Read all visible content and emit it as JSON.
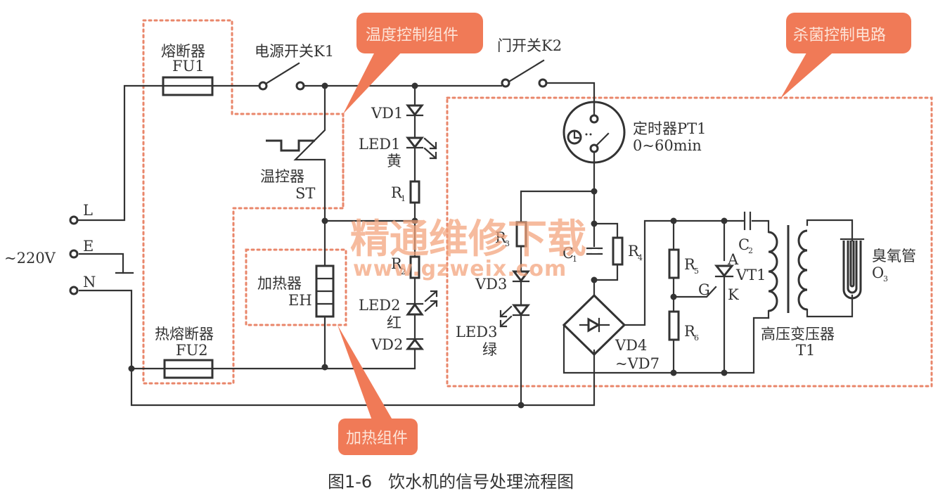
{
  "figure": {
    "caption": "图1-6   饮水机的信号处理流程图",
    "accent_color": "#f07a57",
    "dotted_border_color": "#e9866a",
    "wire_color": "#333333"
  },
  "callouts": {
    "temperature_control": "温度控制组件",
    "sterilization_control": "杀菌控制电路",
    "heating": "加热组件"
  },
  "power_input": {
    "voltage": "~220V",
    "terminals": [
      "L",
      "E",
      "N"
    ]
  },
  "components": {
    "fu1": {
      "name": "熔断器",
      "ref": "FU1"
    },
    "k1": {
      "name": "电源开关K1"
    },
    "st": {
      "name": "温控器",
      "ref": "ST"
    },
    "k2": {
      "name": "门开关K2"
    },
    "vd1": {
      "ref": "VD1"
    },
    "led1": {
      "ref": "LED1",
      "color": "黄"
    },
    "r1": {
      "ref": "R",
      "sub": "1"
    },
    "r2": {
      "ref": "R",
      "sub": "2"
    },
    "led2": {
      "ref": "LED2",
      "color": "红"
    },
    "vd2": {
      "ref": "VD2"
    },
    "eh": {
      "name": "加热器",
      "ref": "EH"
    },
    "fu2": {
      "name": "热熔断器",
      "ref": "FU2"
    },
    "pt1": {
      "name": "定时器PT1",
      "range": "0~60min"
    },
    "r3": {
      "ref": "R",
      "sub": "3"
    },
    "vd3": {
      "ref": "VD3"
    },
    "led3": {
      "ref": "LED3",
      "color": "绿"
    },
    "c1": {
      "ref": "C",
      "sub": "1"
    },
    "r4": {
      "ref": "R",
      "sub": "4"
    },
    "bridge": {
      "ref": "VD4",
      "ref2": "~VD7"
    },
    "r5": {
      "ref": "R",
      "sub": "5"
    },
    "r6": {
      "ref": "R",
      "sub": "6"
    },
    "vt1": {
      "ref": "VT1",
      "anode": "A",
      "gate": "G",
      "cathode": "K"
    },
    "c2": {
      "ref": "C",
      "sub": "2"
    },
    "t1": {
      "name": "高压变压器",
      "ref": "T1"
    },
    "ozone": {
      "name": "臭氧管",
      "ref": "O",
      "sub": "3"
    }
  },
  "watermark": {
    "line1": "精通维修下载",
    "line2": "www.gzweix.com"
  }
}
